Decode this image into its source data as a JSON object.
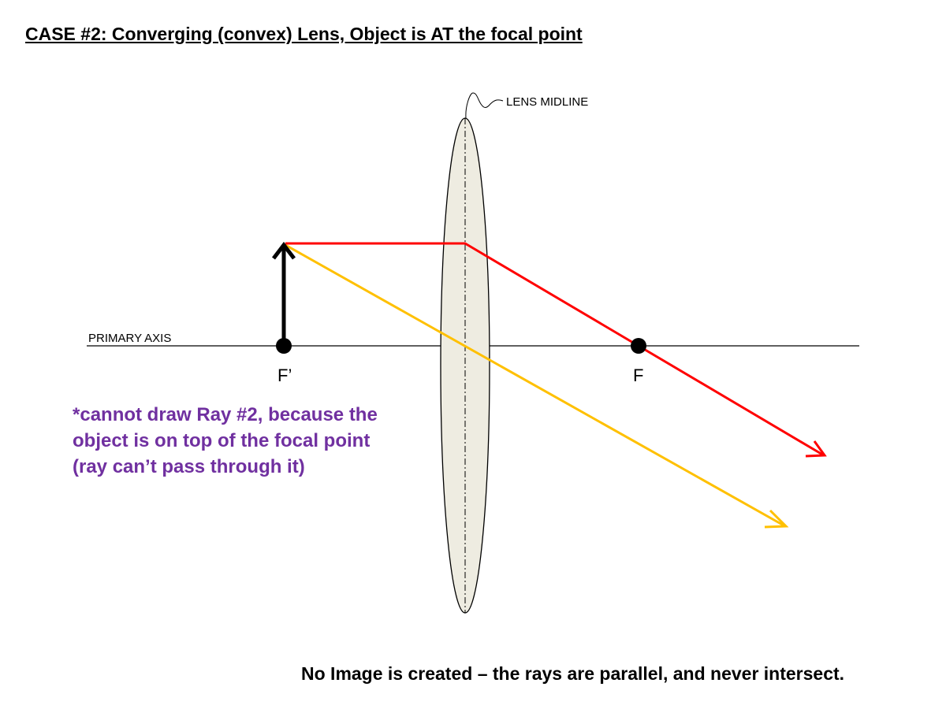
{
  "title": "CASE #2: Converging (convex) Lens, Object is AT the focal point",
  "labels": {
    "lens_midline": "LENS MIDLINE",
    "primary_axis": "PRIMARY AXIS",
    "focal_left": "F’",
    "focal_right": "F"
  },
  "note": "*cannot draw Ray #2, because the object is on top of the focal point (ray can’t pass through it)",
  "conclusion": "No Image is created – the rays are parallel, and never intersect.",
  "colors": {
    "ray_1": "#ff0000",
    "ray_3": "#ffc000",
    "lens_fill": "#eeece1",
    "note_text": "#7030a0",
    "object_arrow": "#000000"
  }
}
